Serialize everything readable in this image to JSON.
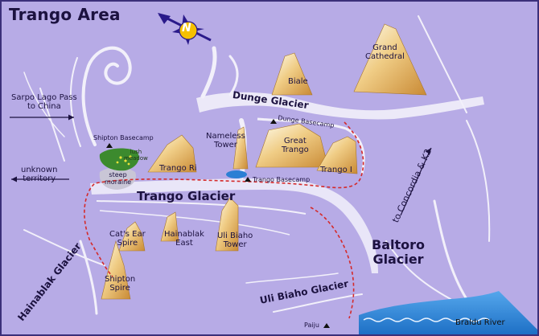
{
  "title": "Trango Area",
  "compass": {
    "letter": "N",
    "icon": "compass-rose-icon"
  },
  "peaks": {
    "grand_cathedral": "Grand\nCathedral",
    "biale": "Biale",
    "nameless_tower": "Nameless\nTower",
    "great_trango": "Great\nTrango",
    "trango_i": "Trango I",
    "trango_ri": "Trango Ri",
    "cats_ear_spire": "Cat's Ear\nSpire",
    "hainablak_east": "Hainablak\nEast",
    "uli_biaho_tower": "Uli Biaho\nTower",
    "shipton_spire": "Shipton\nSpire"
  },
  "glaciers": {
    "dunge": "Dunge Glacier",
    "trango": "Trango Glacier",
    "baltoro": "Baltoro\nGlacier",
    "uli_biaho": "Uli Biaho Glacier",
    "hainablak": "Hainablak Glacier"
  },
  "camps": {
    "dunge_basecamp": "Dunge Basecamp",
    "trango_basecamp": "Trango Basecamp",
    "shipton_basecamp": "Shipton Basecamp",
    "paiju": "Paiju"
  },
  "features": {
    "lush_meadow": "lush\nmeadow",
    "steep_moraine": "steep\nmoraine",
    "braldu_river": "Braldu River"
  },
  "directions": {
    "sarpo_lago": "Sarpo Lago Pass\nto China",
    "unknown_territory": "unknown\nterritory",
    "concordia": "to Concordia & K2"
  },
  "colors": {
    "background": "#b7abe6",
    "ice": "#f2f0fa",
    "rock": "#e6b562",
    "river": "#2b7fd4",
    "trail": "#d42a2a",
    "meadow": "#3c8a2e"
  }
}
